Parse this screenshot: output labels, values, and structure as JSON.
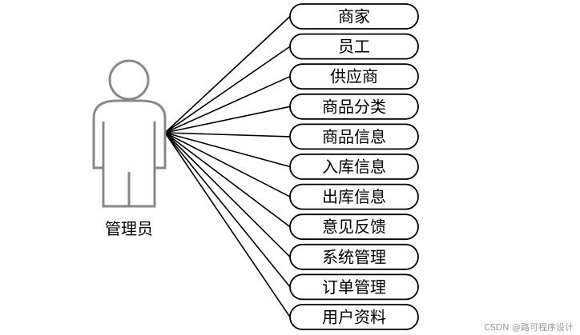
{
  "actor": {
    "label": "管理员"
  },
  "use_cases": [
    {
      "label": "商家"
    },
    {
      "label": "员工"
    },
    {
      "label": "供应商"
    },
    {
      "label": "商品分类"
    },
    {
      "label": "商品信息"
    },
    {
      "label": "入库信息"
    },
    {
      "label": "出库信息"
    },
    {
      "label": "意见反馈"
    },
    {
      "label": "系统管理"
    },
    {
      "label": "订单管理"
    },
    {
      "label": "用户资料"
    }
  ],
  "watermark": {
    "text": "CSDN @路可程序设计"
  }
}
